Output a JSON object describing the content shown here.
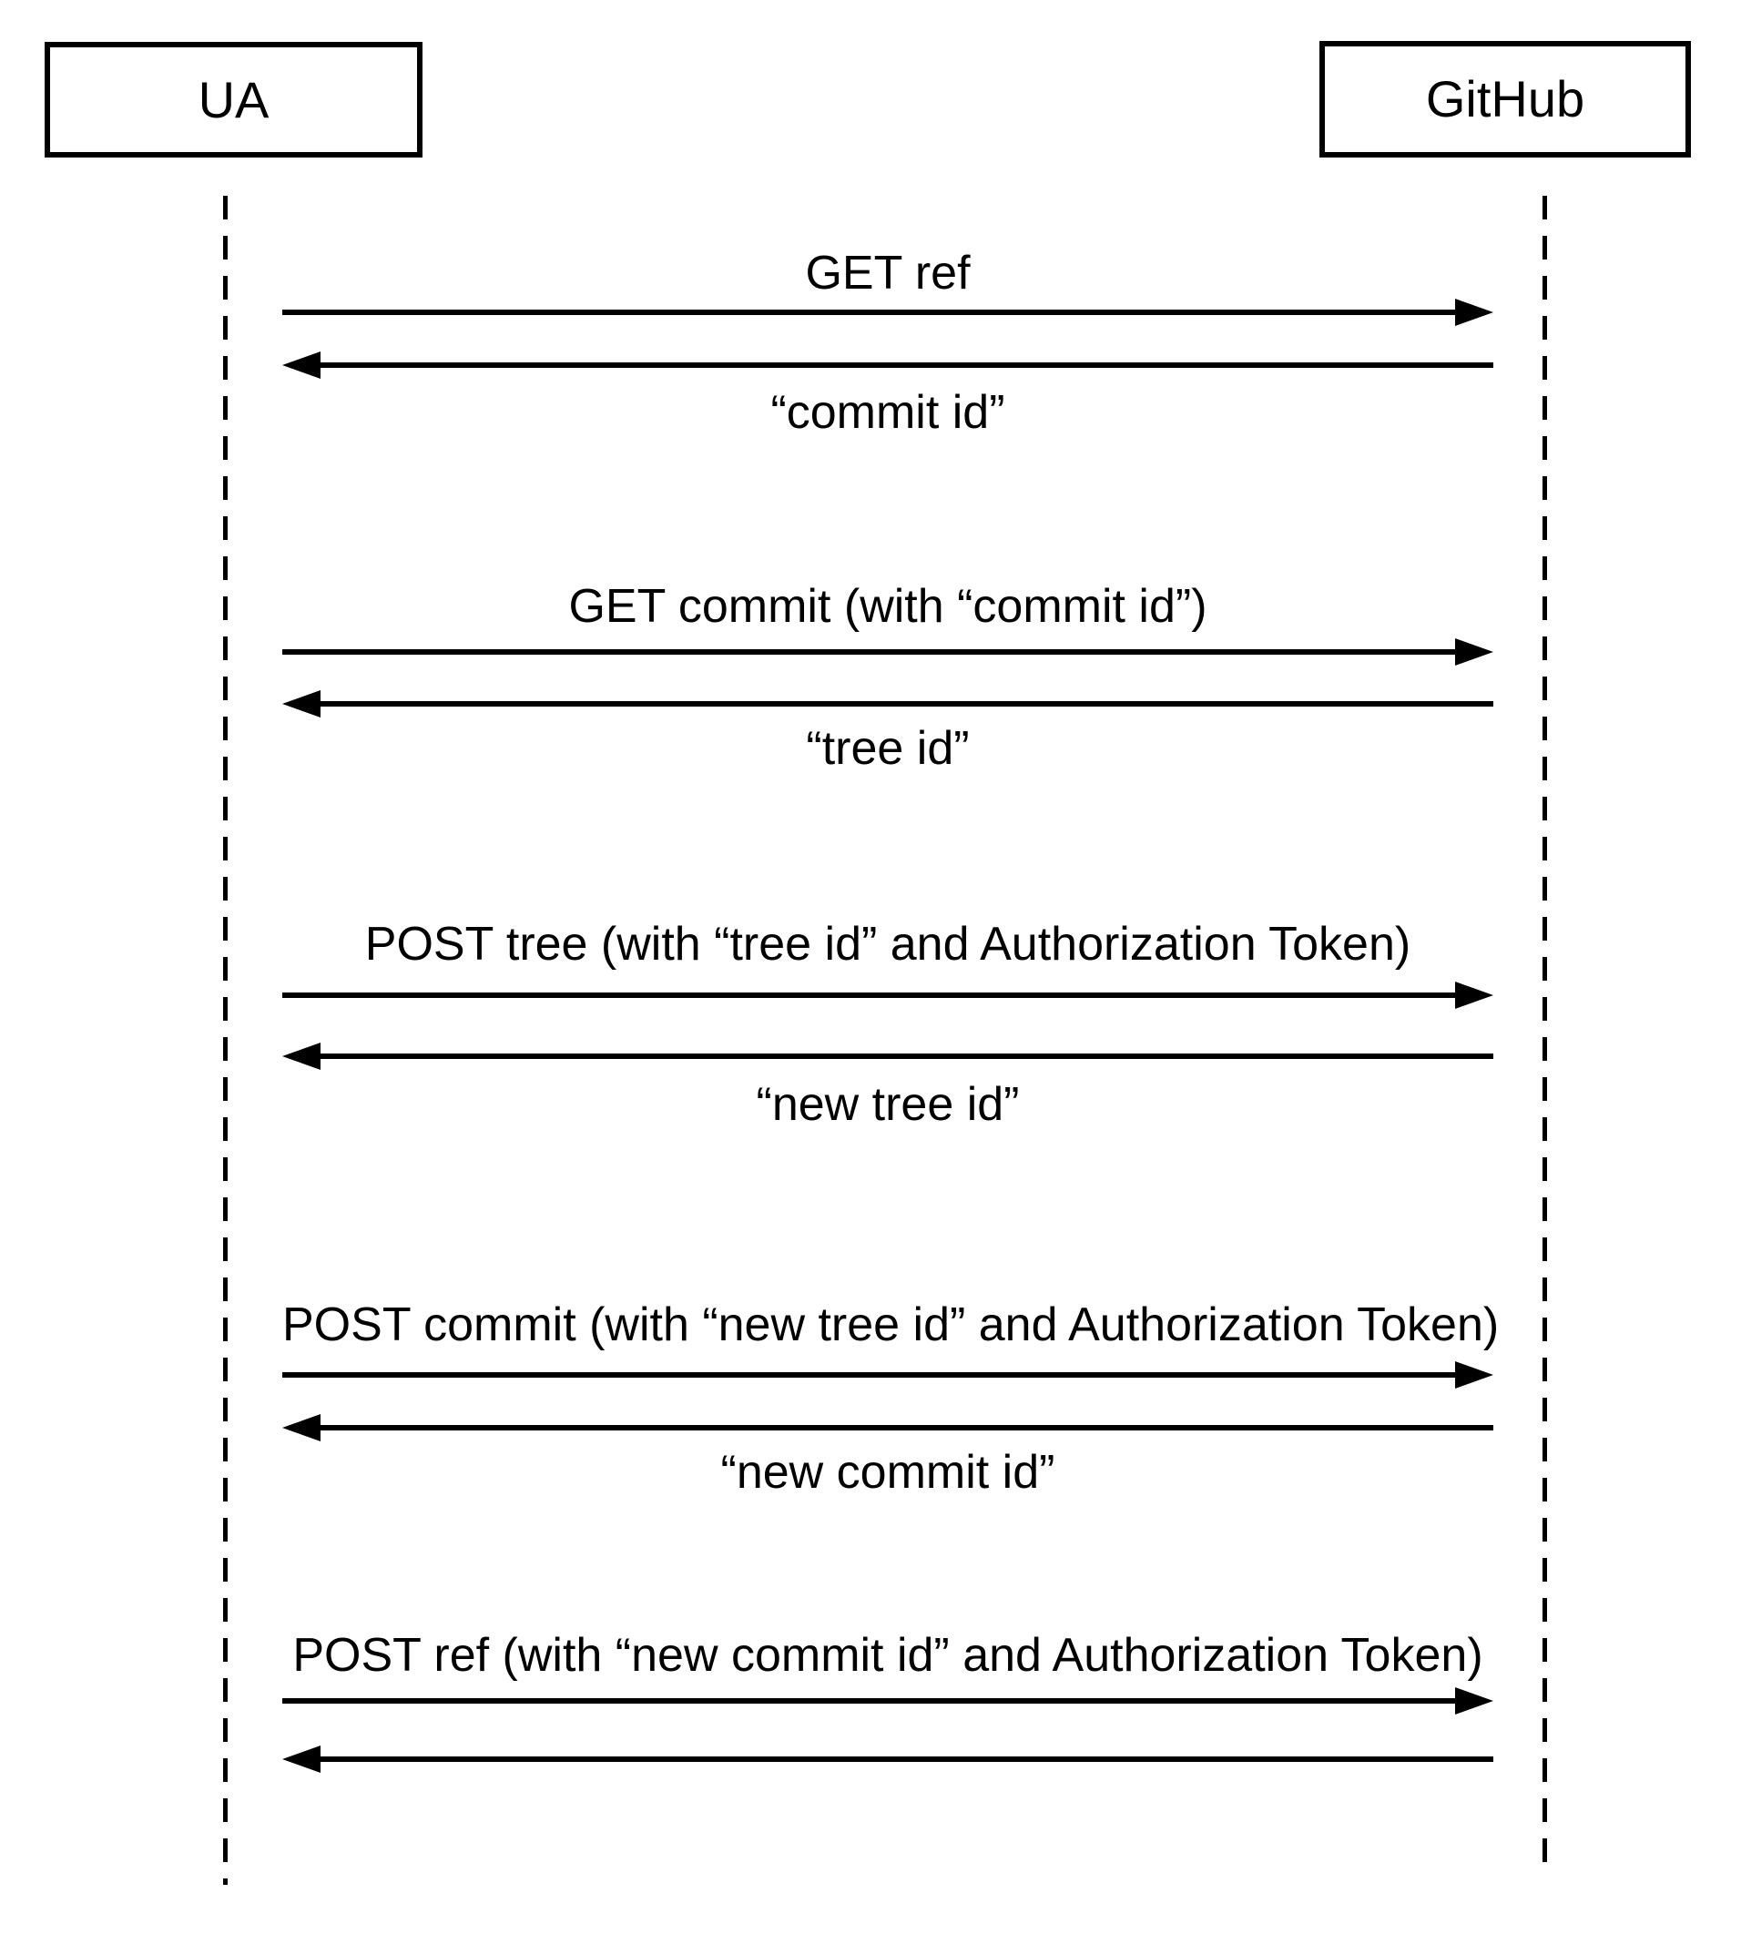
{
  "diagram": {
    "type": "sequence-diagram",
    "actors": {
      "left": {
        "label": "UA"
      },
      "right": {
        "label": "GitHub"
      }
    },
    "messages": [
      {
        "request": "GET ref",
        "response": "“commit id”"
      },
      {
        "request": "GET commit (with “commit id”)",
        "response": "“tree id”"
      },
      {
        "request": "POST tree (with “tree id” and Authorization Token)",
        "response": "“new tree id”"
      },
      {
        "request": "POST commit (with “new tree id” and Authorization Token)",
        "response": "“new commit id”"
      },
      {
        "request": "POST ref (with “new commit id” and Authorization Token)",
        "response": ""
      }
    ],
    "colors": {
      "line": "#000000",
      "text": "#000000",
      "background": "#ffffff"
    }
  }
}
